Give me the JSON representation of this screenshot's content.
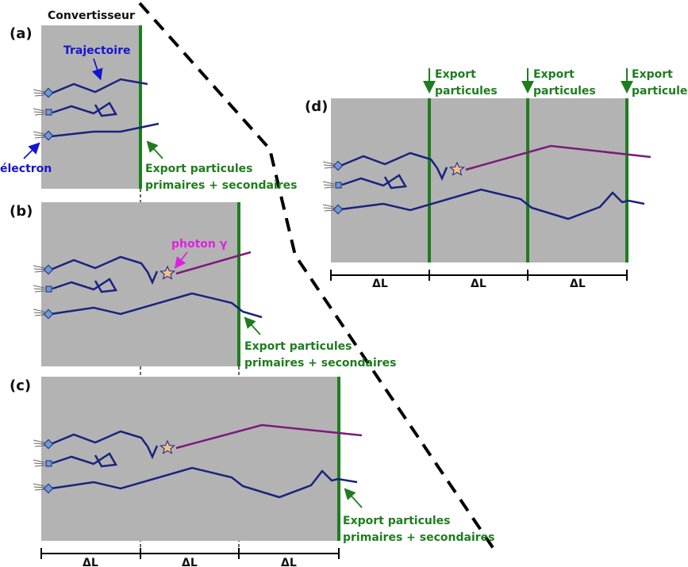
{
  "labels": {
    "title": "Convertisseur",
    "panel_a": "(a)",
    "panel_b": "(b)",
    "panel_c": "(c)",
    "panel_d": "(d)",
    "trajectoire": "Trajectoire",
    "electron": "électron",
    "photon": "photon γ",
    "export_line1": "Export particules",
    "export_line2": "primaires + secondaires",
    "export_word": "Export",
    "particules_word": "particules",
    "delta_l": "ΔL"
  },
  "colors": {
    "converter_fill": "#b3b3b3",
    "export_plane": "#1e7d1e",
    "electron_track": "#1a237e",
    "photon_track": "#7b1a7b",
    "annotation_blue": "#1515d0",
    "photon_label": "#e020e0",
    "star_fill": "#f5c08a"
  }
}
